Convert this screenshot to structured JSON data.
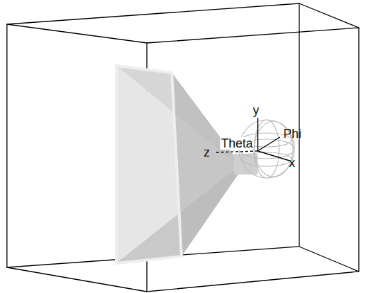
{
  "diagram": {
    "labels": [
      "y",
      "Phi",
      "z",
      "Theta",
      "x"
    ]
  }
}
